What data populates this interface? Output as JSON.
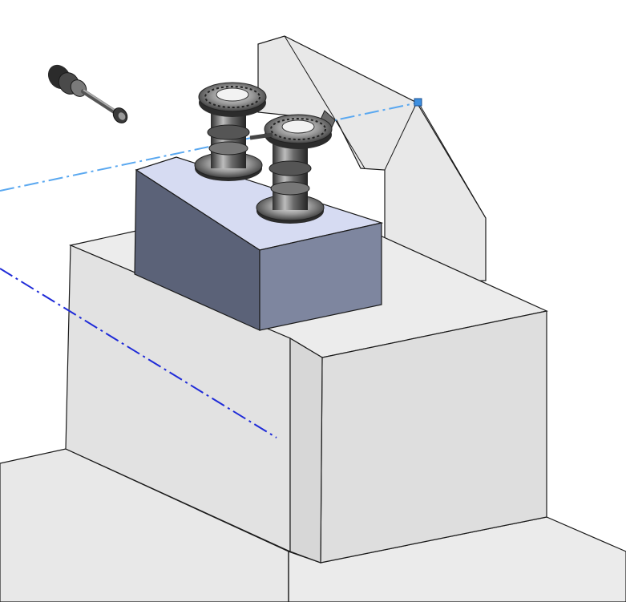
{
  "viewport": {
    "background": "#ffffff",
    "colors": {
      "sketch_line_light": "#5aa8f0",
      "sketch_line_dark": "#1f2bd8",
      "sketch_point": "#3d8fe0",
      "body_light": "#e6e6e6",
      "body_face_mid": "#dcdcdc",
      "body_face_dark": "#cfcfcf",
      "edge": "#1a1a1a",
      "block_top": "#d6dbf2",
      "block_left": "#5b6278",
      "block_front": "#7e869f",
      "part_metal_dark": "#3c3c3c",
      "part_metal_light": "#b5b5b5"
    },
    "model": {
      "components": [
        {
          "name": "base-platform",
          "icon": "solid-body"
        },
        {
          "name": "pedestal",
          "icon": "solid-body"
        },
        {
          "name": "bracket-plate",
          "icon": "transparent-body"
        },
        {
          "name": "mount-block",
          "icon": "solid-body"
        },
        {
          "name": "bearing-assembly-1",
          "icon": "assembly"
        },
        {
          "name": "bearing-assembly-2",
          "icon": "assembly"
        },
        {
          "name": "shaft-pin",
          "icon": "assembly"
        }
      ],
      "sketch_lines": [
        {
          "name": "centerline-light",
          "style": "dash-dot"
        },
        {
          "name": "centerline-dark",
          "style": "dash-dot"
        }
      ]
    }
  }
}
